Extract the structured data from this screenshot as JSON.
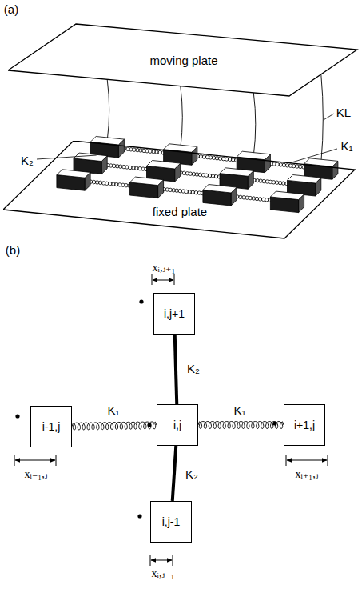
{
  "diagram": {
    "nodes": [
      {
        "text": [
          "moving plate"
        ]
      },
      {
        "text": [
          "fixed plate"
        ]
      },
      {
        "text": [
          "i,j+1"
        ]
      },
      {
        "text": [
          "i-1,j"
        ]
      },
      {
        "text": [
          "i,j"
        ]
      },
      {
        "text": [
          "i+1,j"
        ]
      },
      {
        "text": [
          "i,j-1"
        ]
      }
    ],
    "edges": [
      {
        "from": 3,
        "to": 4,
        "arrow": "none",
        "label": "K₁"
      },
      {
        "from": 4,
        "to": 5,
        "arrow": "none",
        "label": "K₁"
      },
      {
        "from": 2,
        "to": 4,
        "arrow": "none",
        "label": "K₂"
      },
      {
        "from": 4,
        "to": 6,
        "arrow": "none",
        "label": "K₂"
      }
    ],
    "labels": [
      "(a)",
      "KL",
      "K₂",
      "K₁",
      "(b)",
      "xᵢ,ⱼ₊₁",
      "xᵢ₋₁,ⱼ",
      "xᵢ₊₁,ⱼ",
      "xᵢ,ⱼ₋₁"
    ]
  }
}
